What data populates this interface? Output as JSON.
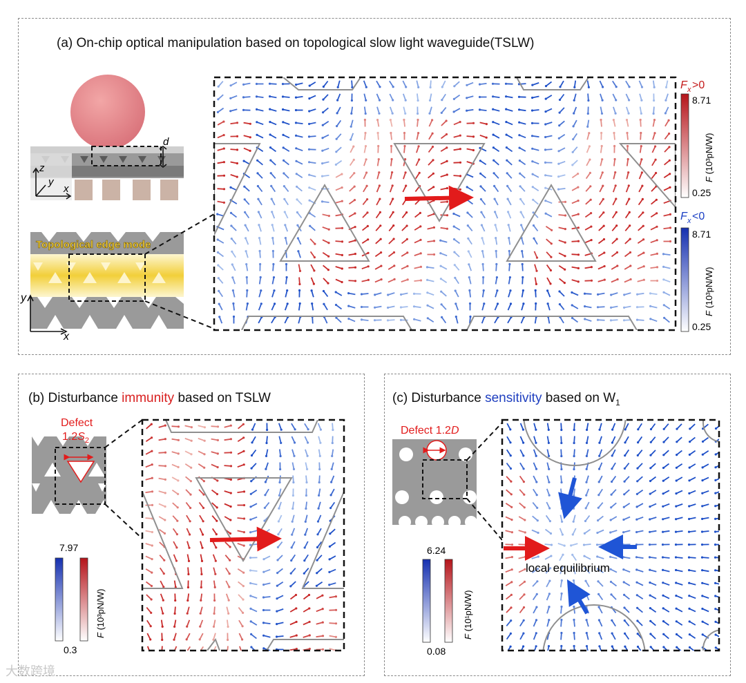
{
  "panel_a": {
    "title": "(a) On-chip optical manipulation based on topological slow light waveguide(TSLW)",
    "edge_mode_label": "Topological edge mode",
    "dim_d": "d",
    "axes_top": {
      "z": "z",
      "y": "y",
      "x": "x"
    },
    "axes_bottom": {
      "y": "y",
      "x": "x"
    },
    "cbar_pos": {
      "title_f": "F",
      "title_sub": "x",
      "title_rel": ">0",
      "max": "8.71",
      "min": "0.25",
      "label_f": "F",
      "label_unit": " (10³pN/W)",
      "color": "#c41a1a"
    },
    "cbar_neg": {
      "title_f": "F",
      "title_sub": "x",
      "title_rel": "<0",
      "max": "8.71",
      "min": "0.25",
      "label_f": "F",
      "label_unit": " (10³pN/W)",
      "color": "#1a3fc4"
    }
  },
  "panel_b": {
    "title_pre": "(b) Disturbance ",
    "title_hl": "immunity",
    "title_post": " based on TSLW",
    "defect_label": "Defect",
    "defect_value": "1.2",
    "defect_symbol": "S",
    "defect_sub": "2",
    "cbar": {
      "max": "7.97",
      "min": "0.3",
      "label_f": "F",
      "label_unit": " (10³pN/W)"
    }
  },
  "panel_c": {
    "title_pre": "(c) Disturbance ",
    "title_hl": "sensitivity",
    "title_post": " based on W",
    "title_sub": "1",
    "defect_label": "Defect 1.2",
    "defect_symbol": "D",
    "equilibrium_label": "local equilibrium",
    "cbar": {
      "max": "6.24",
      "min": "0.08",
      "label_f": "F",
      "label_unit": " (10¹pN/W)"
    }
  },
  "watermark": "大数跨境",
  "colors": {
    "positive": "#d42020",
    "negative": "#1f47c8",
    "structure": "#8f8f8f"
  }
}
